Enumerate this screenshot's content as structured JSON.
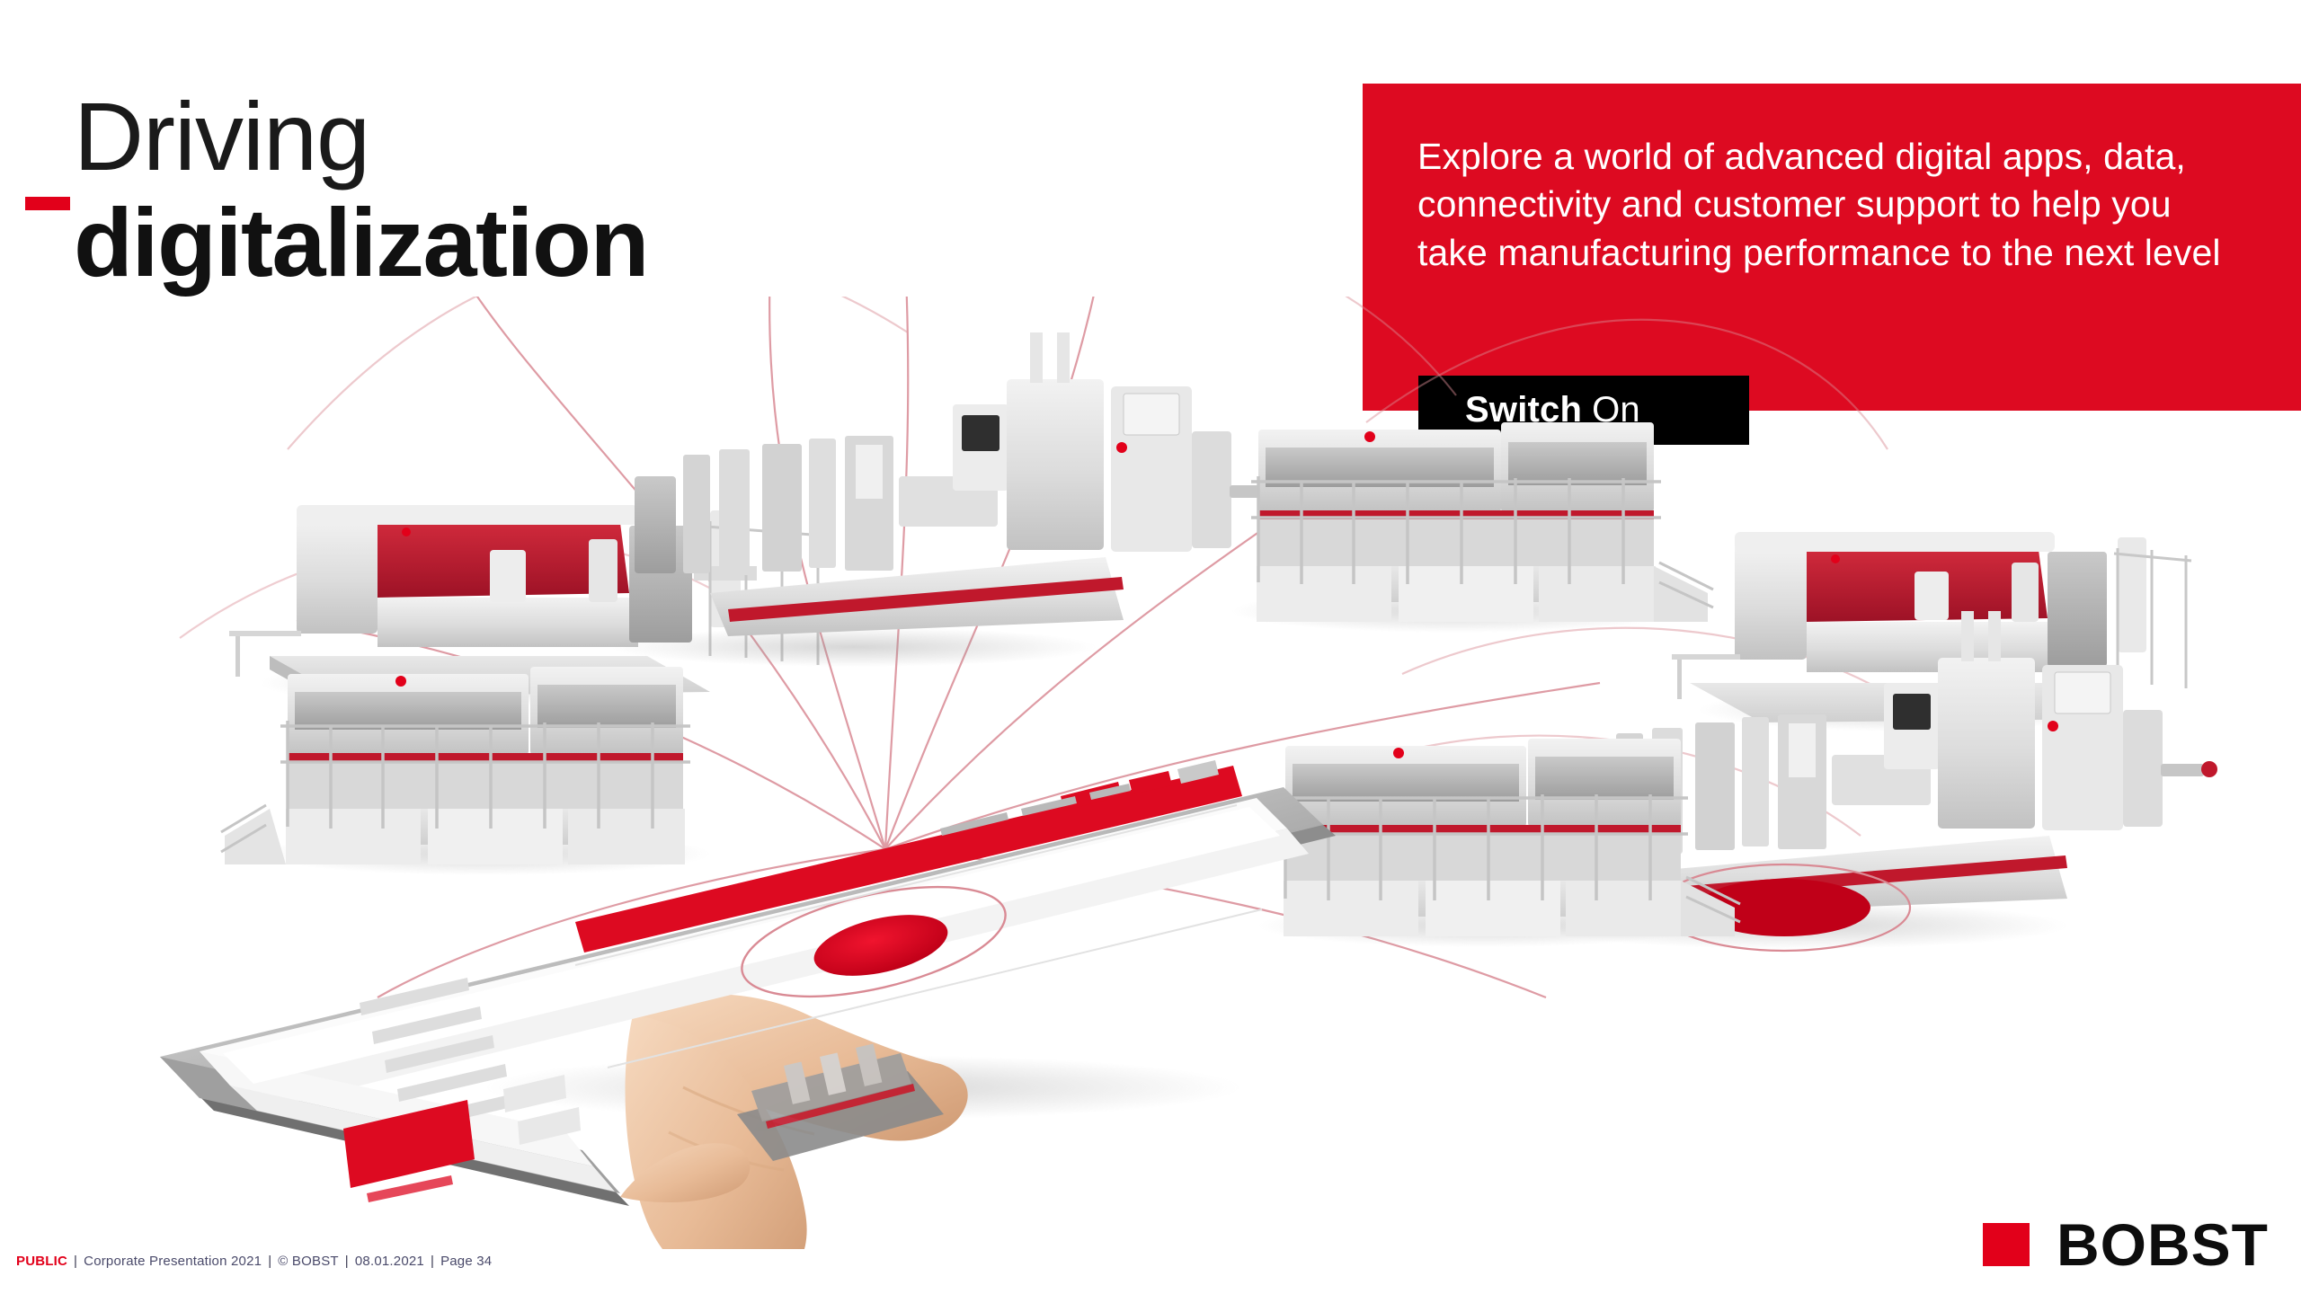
{
  "title": {
    "line1": "Driving",
    "line2": "digitalization",
    "accent_color": "#e2001a"
  },
  "callout": {
    "body": "Explore a world of advanced digital apps, data, connectivity and customer support to help you take manufacturing performance to the next level",
    "background_color": "#dd0a21",
    "text_color": "#ffffff"
  },
  "switch_badge": {
    "strong": "Switch",
    "light": "On",
    "background_color": "#000000",
    "text_color": "#ffffff"
  },
  "artwork": {
    "description": "Hand holding a tablet displaying a BOBST Connect dashboard, with thin red arcs linking to eight 3D-rendered packaging production machines arranged around it",
    "tablet": {
      "screen_hotspot_color": "#dd0a21",
      "dashboard_header_bar_color": "#dd0a21"
    },
    "link_arc_color": "#d98a94",
    "machines": [
      {
        "id": "machine-left-top",
        "type": "die-cutter-red",
        "accent_color": "#c0182c"
      },
      {
        "id": "machine-center-top",
        "type": "folder-gluer-line",
        "accent_color": "#c0182c"
      },
      {
        "id": "machine-right-top",
        "type": "folder-gluer-grey",
        "accent_color": "#c0182c"
      },
      {
        "id": "machine-far-right-top",
        "type": "die-cutter-red",
        "accent_color": "#c0182c"
      },
      {
        "id": "machine-left-mid",
        "type": "folder-gluer-grey",
        "accent_color": "#c0182c"
      },
      {
        "id": "machine-right-mid",
        "type": "folder-gluer-line",
        "accent_color": "#c0182c"
      },
      {
        "id": "machine-center-bottom",
        "type": "folder-gluer-grey",
        "accent_color": "#c0182c"
      }
    ]
  },
  "footer": {
    "classification": "PUBLIC",
    "deck": "Corporate Presentation 2021",
    "copyright": "© BOBST",
    "date": "08.01.2021",
    "page": "Page 34",
    "separator": "|",
    "classification_color": "#e2001a"
  },
  "logo": {
    "wordmark": "BOBST",
    "mark_color": "#e2001a",
    "word_color": "#0d0d0d"
  }
}
